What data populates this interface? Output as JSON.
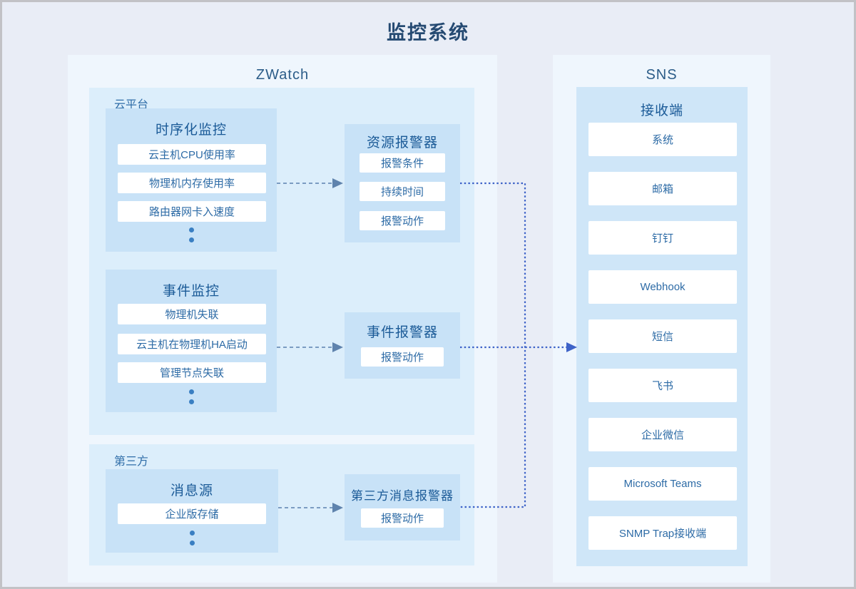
{
  "title": "监控系统",
  "zwatch": {
    "label": "ZWatch",
    "cloud_platform": {
      "label": "云平台",
      "timeseries": {
        "title": "时序化监控",
        "items": [
          "云主机CPU使用率",
          "物理机内存使用率",
          "路由器网卡入速度"
        ]
      },
      "event": {
        "title": "事件监控",
        "items": [
          "物理机失联",
          "云主机在物理机HA启动",
          "管理节点失联"
        ]
      }
    },
    "third_party": {
      "label": "第三方",
      "message_source": {
        "title": "消息源",
        "items": [
          "企业版存储"
        ]
      }
    },
    "alarms": {
      "resource": {
        "title": "资源报警器",
        "items": [
          "报警条件",
          "持续时间",
          "报警动作"
        ]
      },
      "event": {
        "title": "事件报警器",
        "items": [
          "报警动作"
        ]
      },
      "third_party": {
        "title": "第三方消息报警器",
        "items": [
          "报警动作"
        ]
      }
    }
  },
  "sns": {
    "label": "SNS",
    "receiver": {
      "title": "接收端",
      "items": [
        "系统",
        "邮箱",
        "钉钉",
        "Webhook",
        "短信",
        "飞书",
        "企业微信",
        "Microsoft Teams",
        "SNMP Trap接收端"
      ]
    }
  },
  "colors": {
    "background": "#e9edf6",
    "frame_border": "#c2c2c6",
    "outer_panel": "#eff6fd",
    "inner_panel": "#dceefb",
    "box": "#c8e2f7",
    "receiver_panel": "#cfe6f8",
    "item_bg": "#ffffff",
    "title_text": "#254a72",
    "panel_heading_text": "#2b5c88",
    "box_title_text": "#1a5a97",
    "item_text": "#2d6ba6",
    "dashed_arrow": "#7b9cc2",
    "dashed_arrowhead": "#5f83ad",
    "dotted_arrow": "#3e63c8",
    "ellipsis_dot": "#3a7fc2"
  }
}
